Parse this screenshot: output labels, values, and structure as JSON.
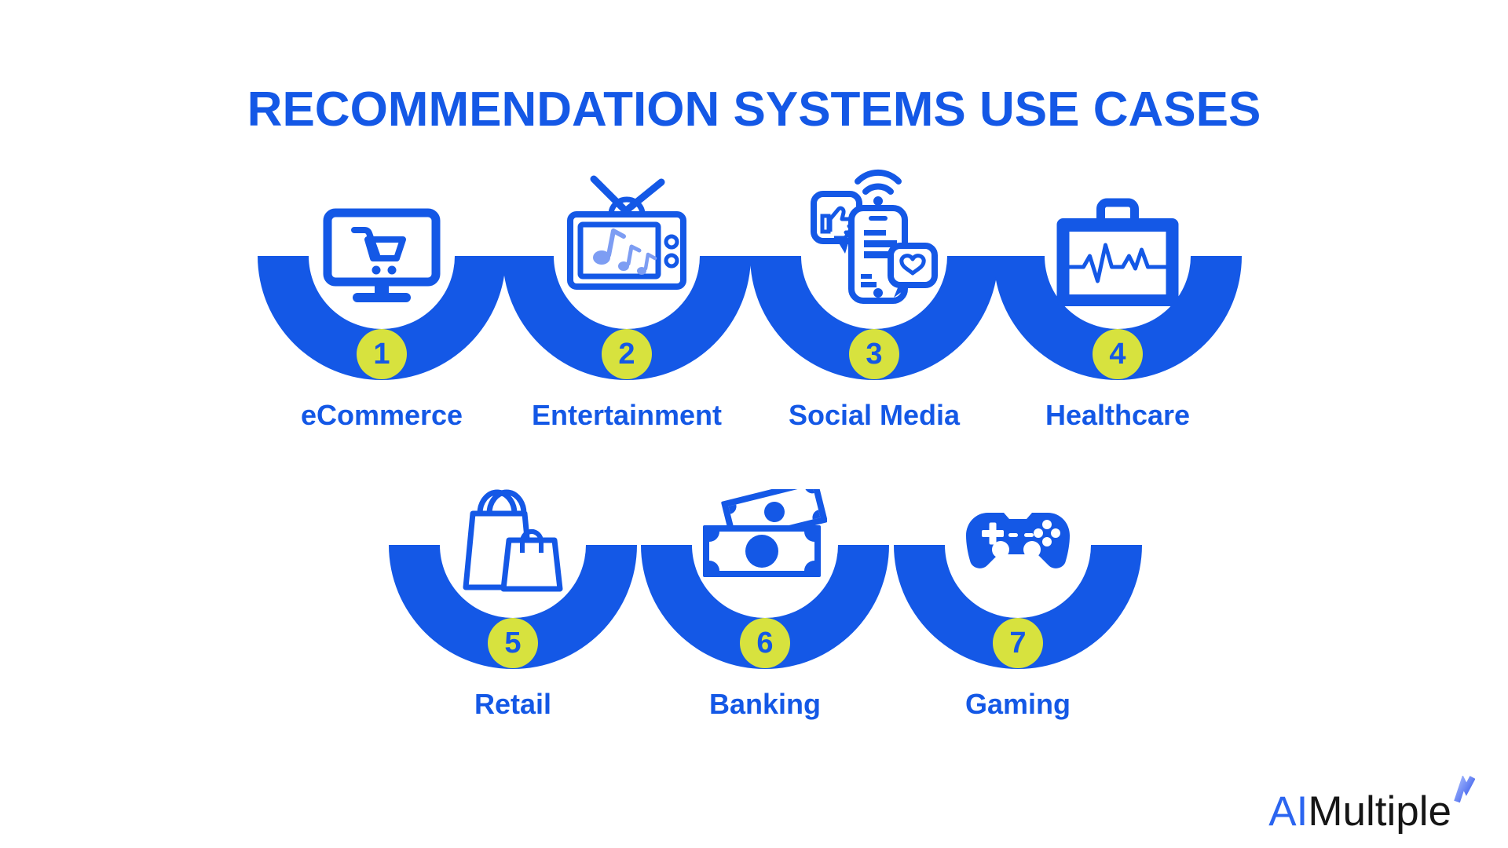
{
  "title": "RECOMMENDATION SYSTEMS USE CASES",
  "colors": {
    "primary_blue": "#1458E6",
    "light_blue": "#7D9DF3",
    "badge_yellow": "#D7E23E",
    "logo_blue": "#2B65F0",
    "logo_black": "#161616",
    "background": "#FFFFFF"
  },
  "items": [
    {
      "number": "1",
      "label": "eCommerce",
      "icon": "monitor-cart-icon"
    },
    {
      "number": "2",
      "label": "Entertainment",
      "icon": "tv-music-icon"
    },
    {
      "number": "3",
      "label": "Social Media",
      "icon": "phone-social-icon"
    },
    {
      "number": "4",
      "label": "Healthcare",
      "icon": "medical-kit-icon"
    },
    {
      "number": "5",
      "label": "Retail",
      "icon": "shopping-bags-icon"
    },
    {
      "number": "6",
      "label": "Banking",
      "icon": "banknotes-icon"
    },
    {
      "number": "7",
      "label": "Gaming",
      "icon": "game-controller-icon"
    }
  ],
  "logo": {
    "part1": "AI",
    "part2": "Multiple",
    "flash_icon": "logo-flash-icon"
  }
}
